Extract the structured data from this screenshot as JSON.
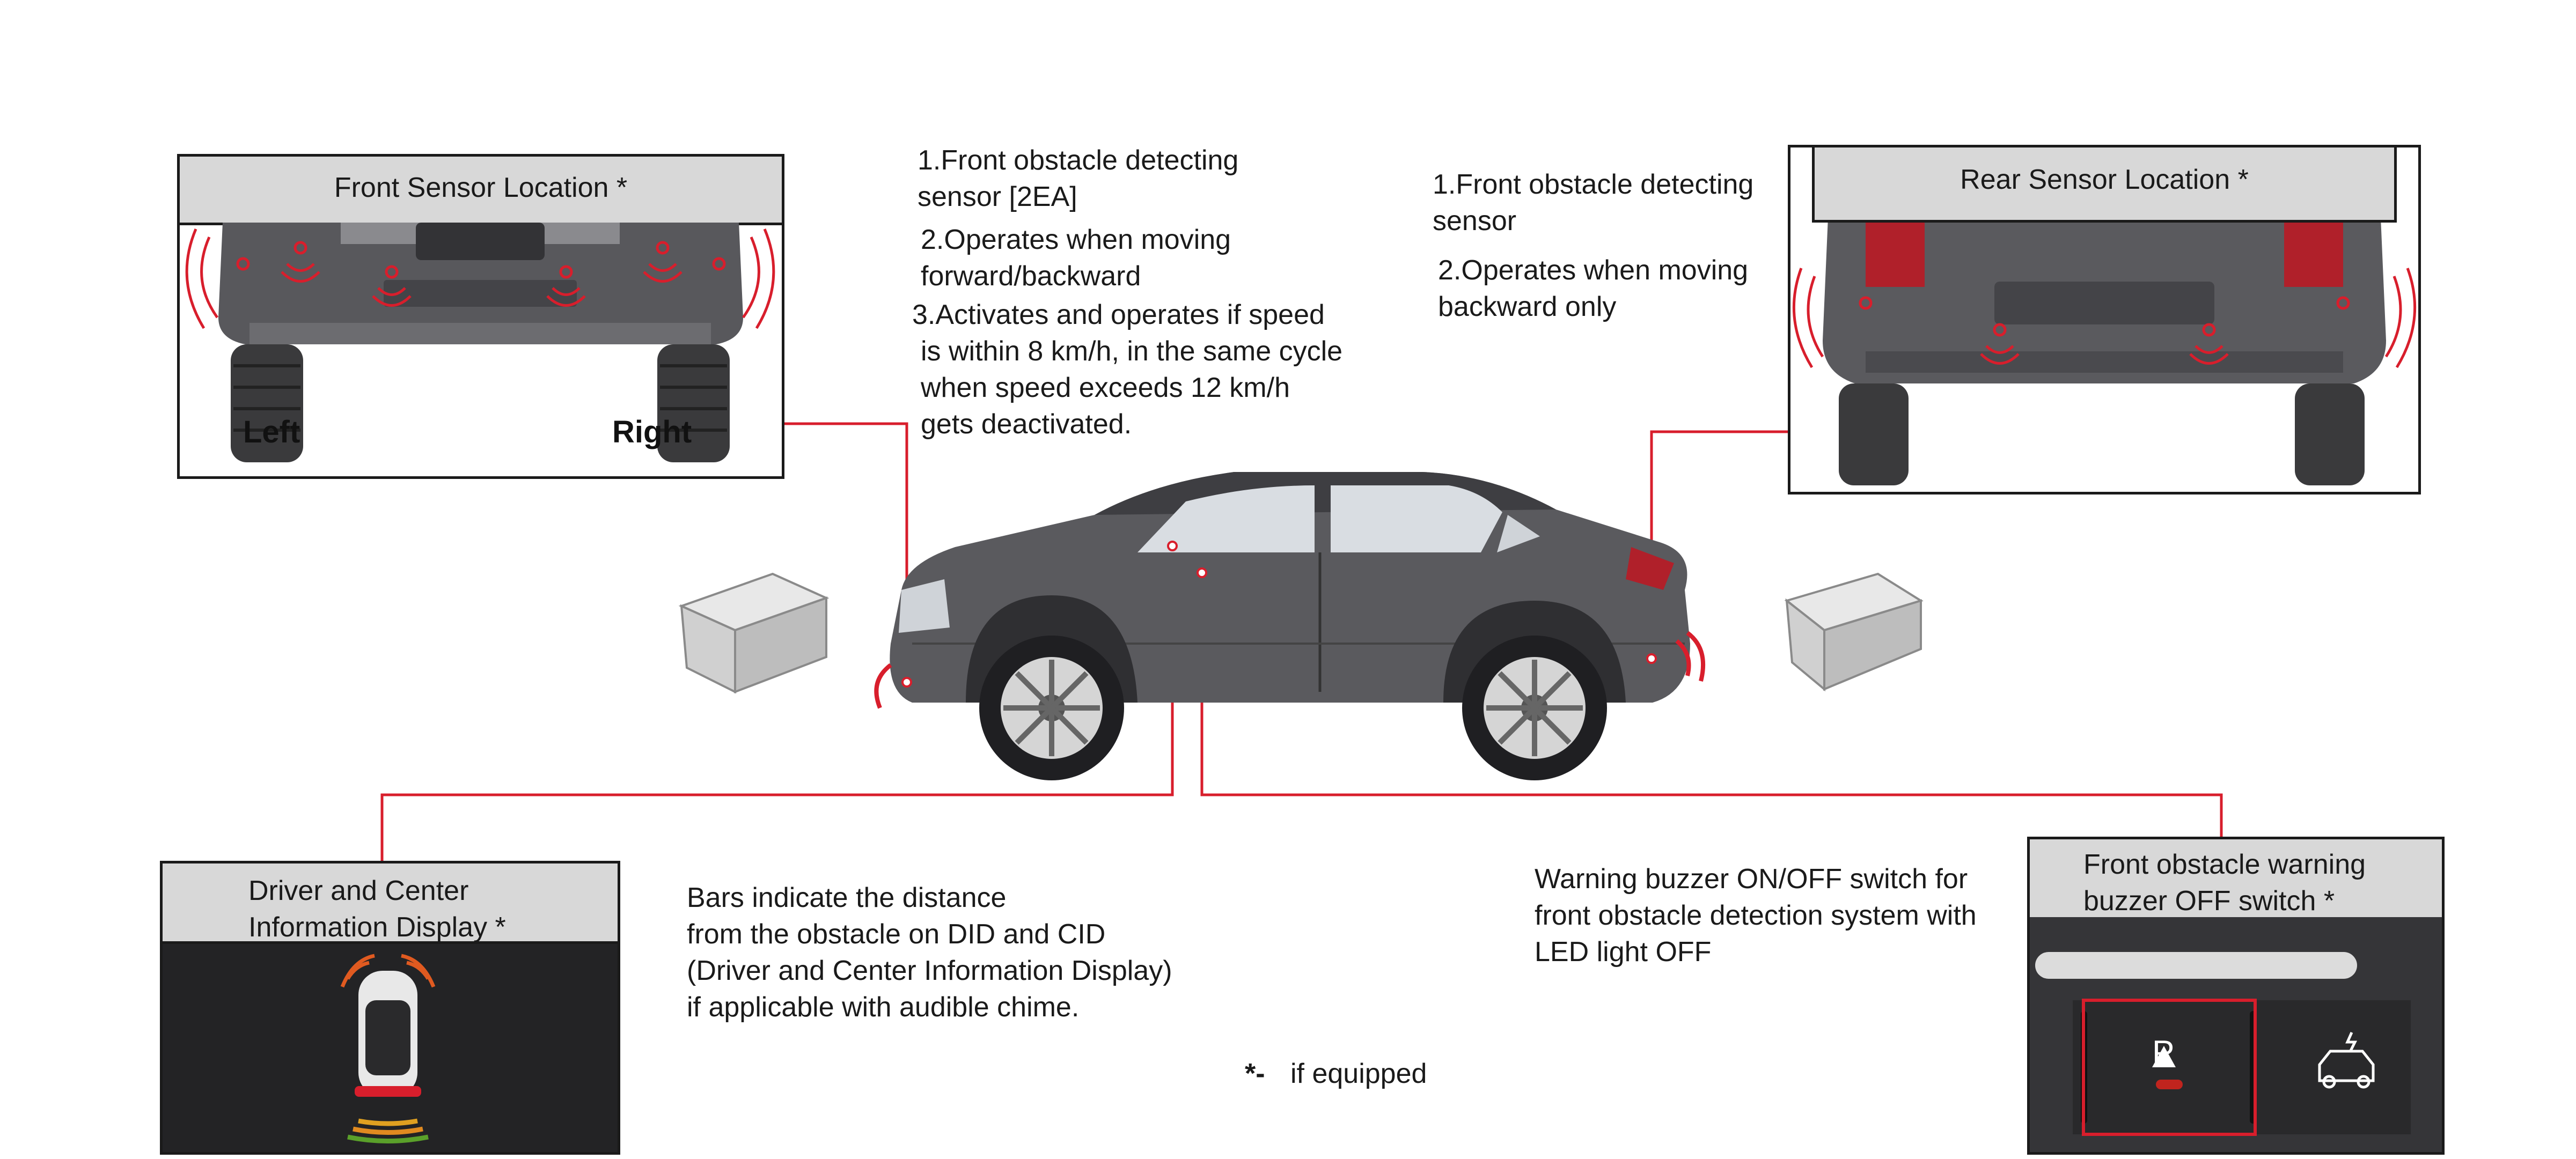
{
  "front_sensor": {
    "title": "Front Sensor Location *",
    "left_label": "Left",
    "right_label": "Right"
  },
  "rear_sensor": {
    "title": "Rear Sensor Location *"
  },
  "front_notes": {
    "line1": "1.Front obstacle detecting",
    "line2": "sensor [2EA]",
    "line3": "2.Operates when moving",
    "line4": "forward/backward",
    "line5": "3.Activates and operates if speed",
    "line6": "is within 8 km/h, in the same cycle",
    "line7": "when speed exceeds 12 km/h",
    "line8": "gets deactivated."
  },
  "rear_notes": {
    "line1": "1.Front obstacle detecting",
    "line2": "sensor",
    "line3": "2.Operates when moving",
    "line4": "backward only"
  },
  "display_box": {
    "title_line1": "Driver and Center",
    "title_line2": "Information Display *"
  },
  "display_notes": {
    "line1": "Bars indicate the distance",
    "line2": "from the obstacle on DID and CID",
    "line3": "(Driver and Center Information Display)",
    "line4": "if applicable with audible chime."
  },
  "buzzer_notes": {
    "line1": "Warning buzzer ON/OFF switch for",
    "line2": "front obstacle detection system with",
    "line3": "LED light OFF"
  },
  "switch_box": {
    "title_line1": "Front obstacle warning",
    "title_line2": "buzzer OFF switch *",
    "button_glyph": "P"
  },
  "footnote": {
    "star": "*-",
    "text": "if equipped"
  },
  "colors": {
    "accent_red": "#d81e2c",
    "car_body": "#5a5a5e",
    "title_gray": "#d8d8d8"
  }
}
